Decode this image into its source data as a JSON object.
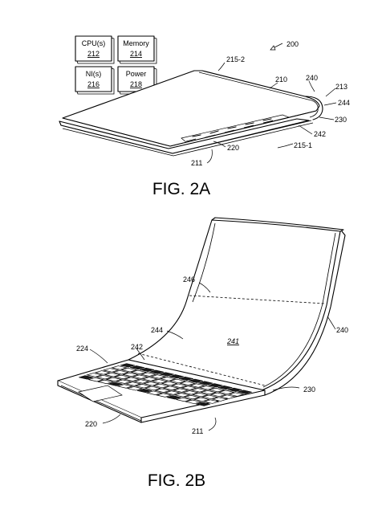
{
  "fig_a": {
    "caption": "FIG. 2A",
    "boxes": [
      {
        "title": "CPU(s)",
        "ref": "212"
      },
      {
        "title": "Memory",
        "ref": "214"
      },
      {
        "title": "NI(s)",
        "ref": "216"
      },
      {
        "title": "Power",
        "ref": "218"
      }
    ],
    "refs": {
      "r200": "200",
      "r215_2": "215-2",
      "r210": "210",
      "r240": "240",
      "r213": "213",
      "r244": "244",
      "r230": "230",
      "r242": "242",
      "r215_1": "215-1",
      "r220": "220",
      "r211": "211"
    }
  },
  "fig_b": {
    "caption": "FIG. 2B",
    "refs": {
      "r246": "246",
      "r244": "244",
      "r241": "241",
      "r240": "240",
      "r224": "224",
      "r242": "242",
      "r230": "230",
      "r220": "220",
      "r211": "211"
    }
  }
}
